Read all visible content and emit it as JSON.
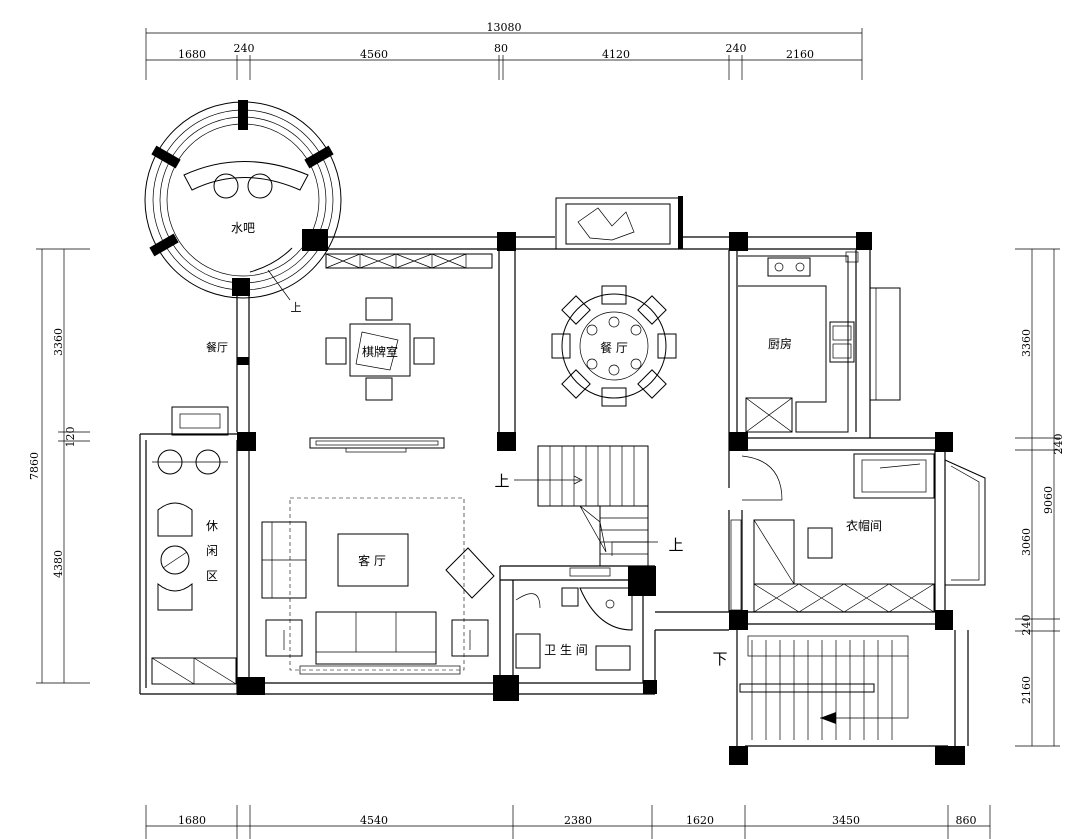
{
  "dimensions": {
    "top_total": "13080",
    "top": [
      {
        "id": "t1",
        "value": "1680"
      },
      {
        "id": "t2",
        "value": "240"
      },
      {
        "id": "t3",
        "value": "4560"
      },
      {
        "id": "t4",
        "value": "80"
      },
      {
        "id": "t5",
        "value": "4120"
      },
      {
        "id": "t6",
        "value": "240"
      },
      {
        "id": "t7",
        "value": "2160"
      }
    ],
    "bottom": [
      {
        "id": "b1",
        "value": "1680"
      },
      {
        "id": "b2",
        "value": "4540"
      },
      {
        "id": "b3",
        "value": "2380"
      },
      {
        "id": "b4",
        "value": "1620"
      },
      {
        "id": "b5",
        "value": "3450"
      },
      {
        "id": "b6",
        "value": "860"
      }
    ],
    "left_total": "7860",
    "left": [
      {
        "id": "l1",
        "value": "3360"
      },
      {
        "id": "l2",
        "value": "120"
      },
      {
        "id": "l3",
        "value": "4380"
      }
    ],
    "right_total": "9060",
    "right": [
      {
        "id": "r1",
        "value": "3360"
      },
      {
        "id": "r2",
        "value": "240"
      },
      {
        "id": "r3",
        "value": "3060"
      },
      {
        "id": "r4",
        "value": "240"
      },
      {
        "id": "r5",
        "value": "2160"
      }
    ]
  },
  "rooms": {
    "water_bar": "水吧",
    "card_room": "棋牌室",
    "dining": "餐 厅",
    "kitchen": "厨房",
    "side_label": "餐厅",
    "leisure": [
      "休",
      "闲",
      "区"
    ],
    "living": "客 厅",
    "cloakroom": "衣帽间",
    "bathroom": "卫 生 间"
  },
  "stair_labels": {
    "up_bar": "上",
    "up_left": "上",
    "up_right": "上",
    "down": "下"
  }
}
